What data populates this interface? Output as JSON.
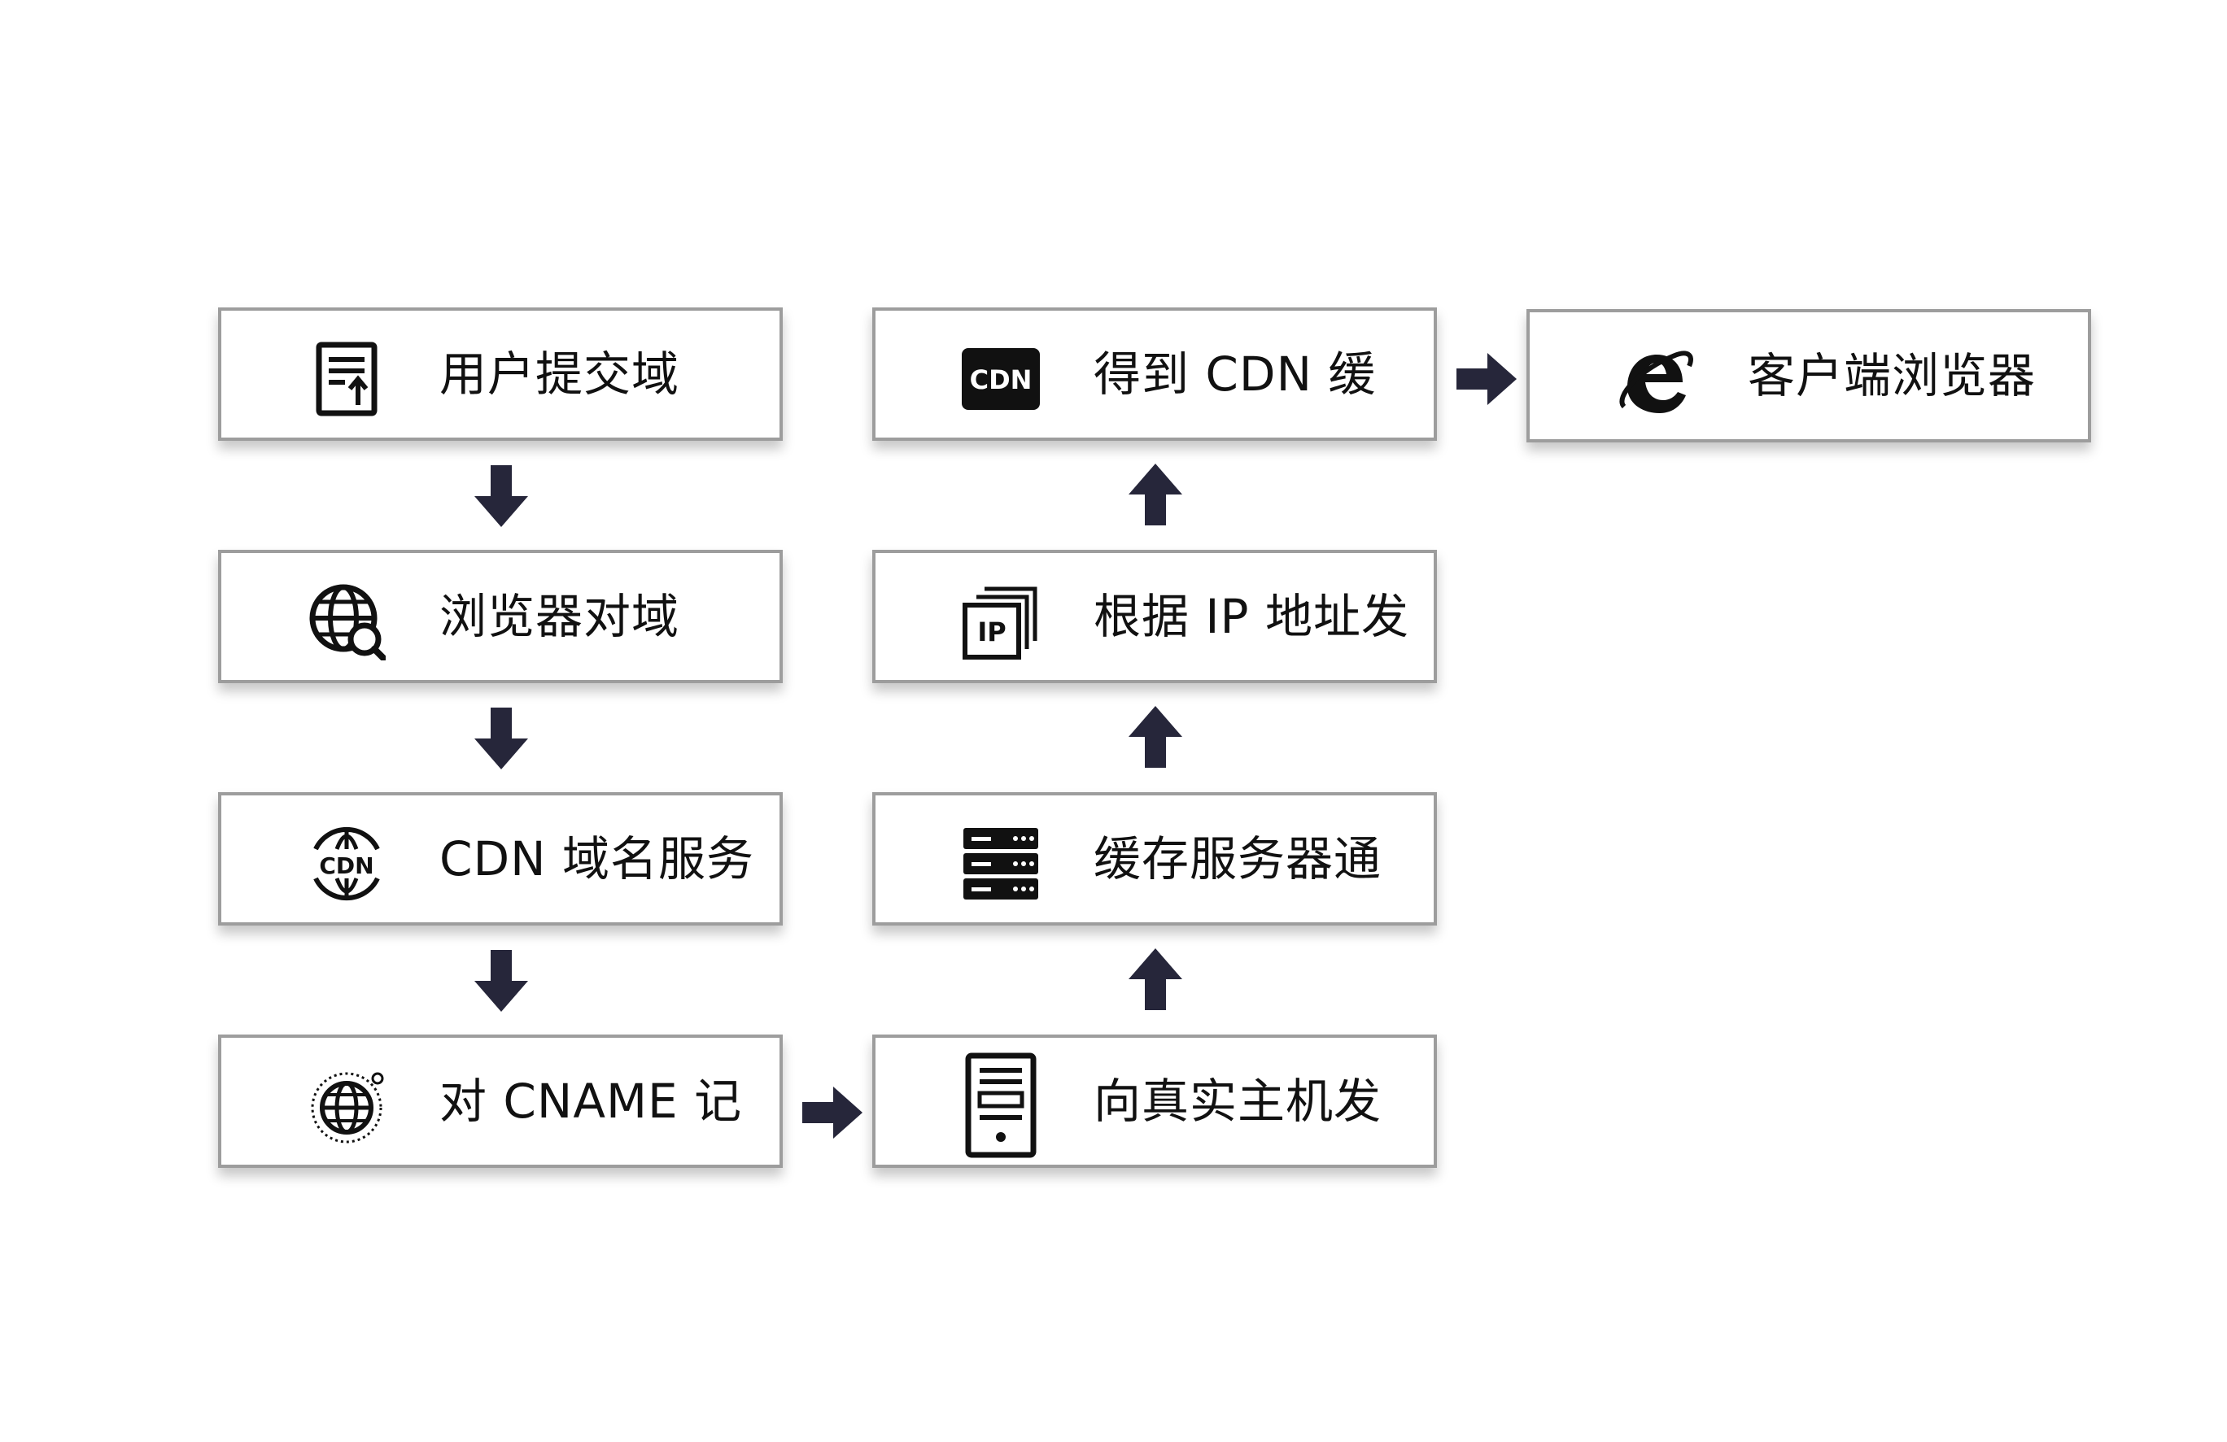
{
  "steps": [
    {
      "text": "用户提交域",
      "icon": "document-upload-icon"
    },
    {
      "text": "浏览器对域",
      "icon": "globe-search-icon"
    },
    {
      "text": "CDN 域名服务",
      "icon": "cdn-globe-icon"
    },
    {
      "text": "对 CNAME 记",
      "icon": "globe-dotted-icon"
    },
    {
      "text": "向真实主机发",
      "icon": "server-tower-icon"
    },
    {
      "text": "缓存服务器通",
      "icon": "server-rack-icon"
    },
    {
      "text": "根据 IP 地址发",
      "icon": "ip-pages-icon"
    },
    {
      "text": "得到 CDN 缓",
      "icon": "cdn-badge-icon"
    },
    {
      "text": "客户端浏览器",
      "icon": "internet-explorer-icon"
    }
  ],
  "colors": {
    "border": "#9d9d9d",
    "arrow": "#26263a",
    "icon": "#111111"
  },
  "cdn_badge_text": "CDN",
  "cdn_globe_text": "CDN",
  "ip_text": "IP"
}
